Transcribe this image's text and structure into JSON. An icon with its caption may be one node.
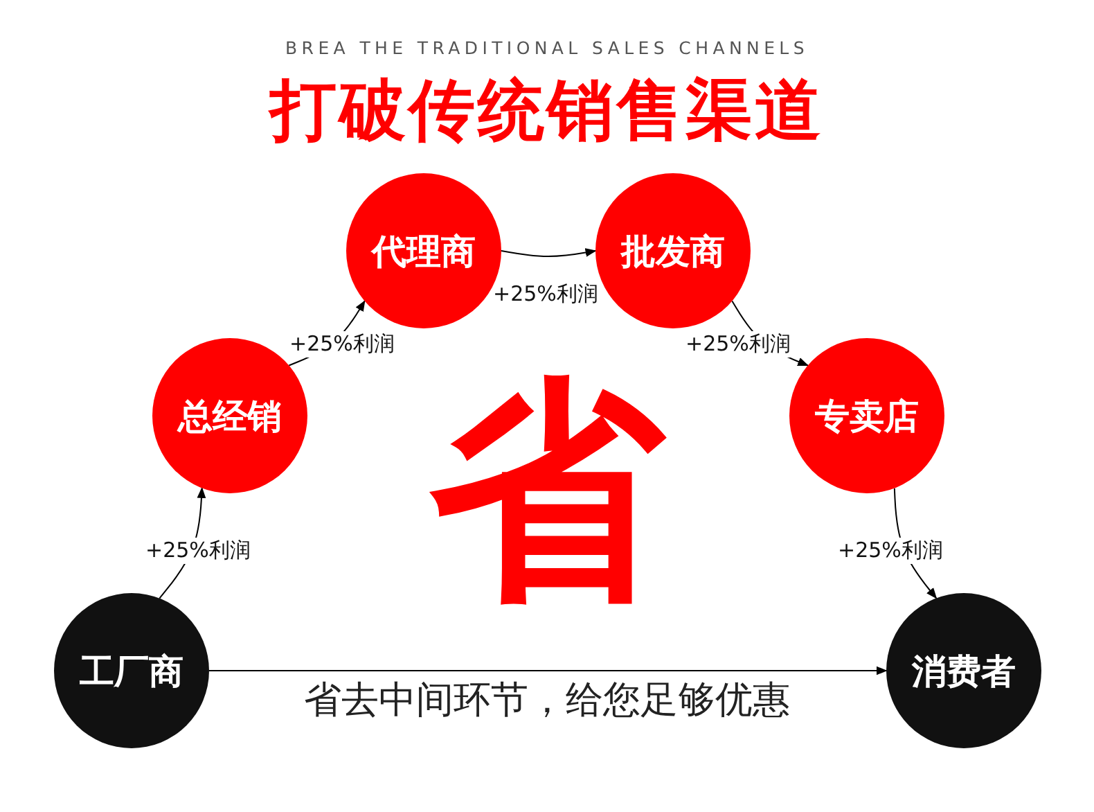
{
  "diagram": {
    "title": "打破传统销售渠道",
    "nodes": [
      {
        "text": [
          "工厂商"
        ]
      },
      {
        "text": [
          "总经销"
        ]
      },
      {
        "text": [
          "代理商"
        ]
      },
      {
        "text": [
          "批发商"
        ]
      },
      {
        "text": [
          "专卖店"
        ]
      },
      {
        "text": [
          "消费者"
        ]
      }
    ],
    "edges": [
      {
        "from": 0,
        "to": 1,
        "arrow": "to",
        "label": "+25%利润"
      },
      {
        "from": 1,
        "to": 2,
        "arrow": "to",
        "label": "+25%利润"
      },
      {
        "from": 2,
        "to": 3,
        "arrow": "to",
        "label": "+25%利润"
      },
      {
        "from": 3,
        "to": 4,
        "arrow": "to",
        "label": "+25%利润"
      },
      {
        "from": 4,
        "to": 5,
        "arrow": "to",
        "label": "+25%利润"
      },
      {
        "from": 0,
        "to": 5,
        "arrow": "to",
        "label": "省去中间环节，给您足够优惠"
      }
    ],
    "labels": [
      "BREA THE TRADITIONAL SALES CHANNELS",
      "省"
    ]
  }
}
